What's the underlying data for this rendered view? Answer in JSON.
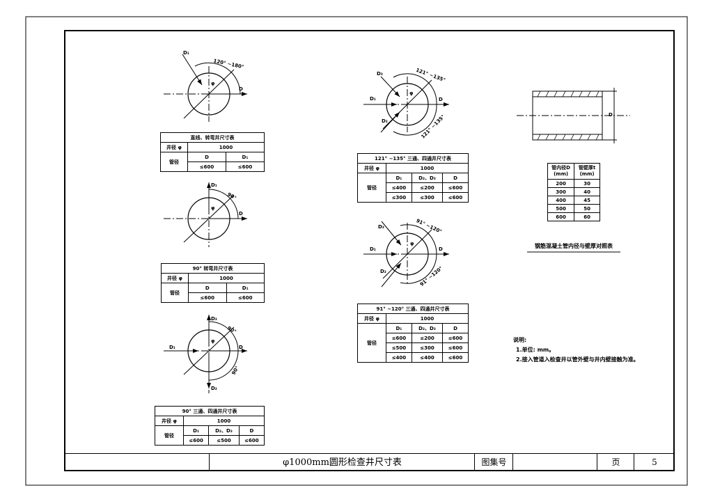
{
  "diagrams": {
    "straight": {
      "d1": "D₁",
      "d": "D",
      "phi": "φ",
      "angle": "120° ~180°"
    },
    "bend90": {
      "d1": "D₁",
      "d": "D",
      "phi": "φ",
      "angle": "90°"
    },
    "tee90": {
      "d1": "D₁",
      "d2": "D₂",
      "d3": "D₃",
      "d": "D",
      "phi": "φ",
      "angle1": "90°",
      "angle2": "90°"
    },
    "tee121": {
      "d1": "D₁",
      "d2": "D₂",
      "d3": "D₃",
      "d": "D",
      "phi": "φ",
      "angle1": "121° ~135°",
      "angle2": "121° ~135°"
    },
    "tee91": {
      "d1": "D₁",
      "d2": "D₂",
      "d3": "D₃",
      "d": "D",
      "phi": "φ",
      "angle1": "91° ~120°",
      "angle2": "91° ~120°"
    }
  },
  "tables": {
    "straight": {
      "title": "直线、转弯井尺寸表",
      "well_label": "井径 φ",
      "well_value": "1000",
      "pipe_label": "管径",
      "cols": [
        "D",
        "D₁"
      ],
      "values": [
        "≤600",
        "≤600"
      ]
    },
    "bend90": {
      "title": "90° 转弯井尺寸表",
      "well_label": "井径 φ",
      "well_value": "1000",
      "pipe_label": "管径",
      "cols": [
        "D",
        "D₁"
      ],
      "values": [
        "≤600",
        "≤600"
      ]
    },
    "tee90": {
      "title": "90° 三通、四通井尺寸表",
      "well_label": "井径 φ",
      "well_value": "1000",
      "pipe_label": "管径",
      "cols": [
        "D₁",
        "D₂、D₃",
        "D"
      ],
      "values": [
        "≤600",
        "≤500",
        "≤600"
      ]
    },
    "tee121": {
      "title": "121° ~135° 三通、四通井尺寸表",
      "well_label": "井径 φ",
      "well_value": "1000",
      "pipe_label": "管径",
      "cols": [
        "D₁",
        "D₂、D₃",
        "D"
      ],
      "rows": [
        [
          "≤400",
          "≤200",
          "≤600"
        ],
        [
          "≤300",
          "≤300",
          "≤600"
        ]
      ]
    },
    "tee91": {
      "title": "91° ~120° 三通、四通井尺寸表",
      "well_label": "井径 φ",
      "well_value": "1000",
      "pipe_label": "管径",
      "cols": [
        "D₁",
        "D₂、D₃",
        "D"
      ],
      "rows": [
        [
          "≤600",
          "≤200",
          "≤600"
        ],
        [
          "≤500",
          "≤300",
          "≤600"
        ],
        [
          "≤400",
          "≤400",
          "≤600"
        ]
      ]
    }
  },
  "pipe_section": {
    "d_label": "D"
  },
  "wall_table": {
    "title": "钢筋混凝土管内径与壁厚对照表",
    "headers": [
      "管内径D (mm)",
      "管壁厚t (mm)"
    ],
    "rows": [
      [
        "200",
        "30"
      ],
      [
        "300",
        "40"
      ],
      [
        "400",
        "45"
      ],
      [
        "500",
        "50"
      ],
      [
        "600",
        "60"
      ]
    ]
  },
  "notes": {
    "heading": "说明:",
    "items": [
      "1.单位: mm。",
      "2.接入管道入检查井以管外壁与井内壁接触为准。"
    ]
  },
  "title_block": {
    "drawing_title": "φ1000mm圆形检查井尺寸表",
    "atlas_label": "图集号",
    "atlas_value": "",
    "page_label": "页",
    "page_value": "5"
  }
}
